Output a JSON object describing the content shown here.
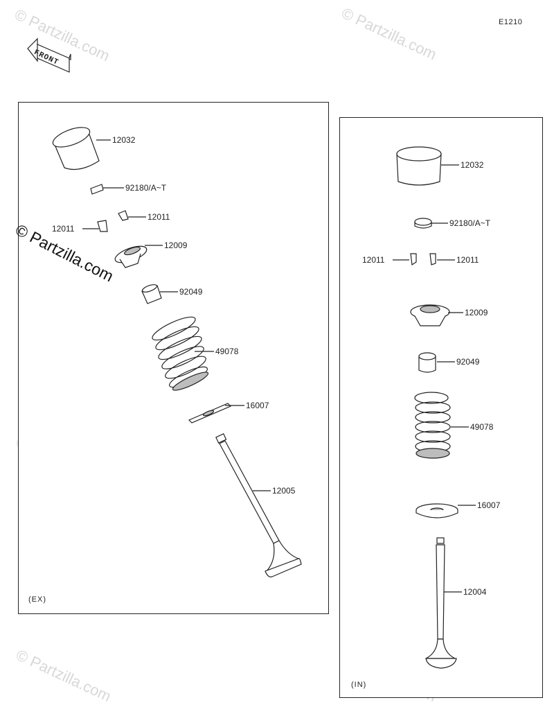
{
  "diagram_code": "E1210",
  "front_arrow": {
    "label": "FRONT"
  },
  "watermarks": {
    "text": "© Partzilla.com",
    "strong_text": "© Partzilla.com"
  },
  "panels": {
    "exhaust": {
      "label": "(EX)",
      "parts": {
        "tappet": "12032",
        "shim": "92180/A~T",
        "cotter_right": "12011",
        "cotter_left": "12011",
        "retainer": "12009",
        "seal": "92049",
        "spring": "49078",
        "seat": "16007",
        "valve": "12005"
      }
    },
    "intake": {
      "label": "(IN)",
      "parts": {
        "tappet": "12032",
        "shim": "92180/A~T",
        "cotter_left": "12011",
        "cotter_right": "12011",
        "retainer": "12009",
        "seal": "92049",
        "spring": "49078",
        "seat": "16007",
        "valve": "12004"
      }
    }
  },
  "colors": {
    "line": "#222222",
    "fill": "#ffffff",
    "shade": "#bdbdbd",
    "watermark": "#d8d8d8"
  }
}
